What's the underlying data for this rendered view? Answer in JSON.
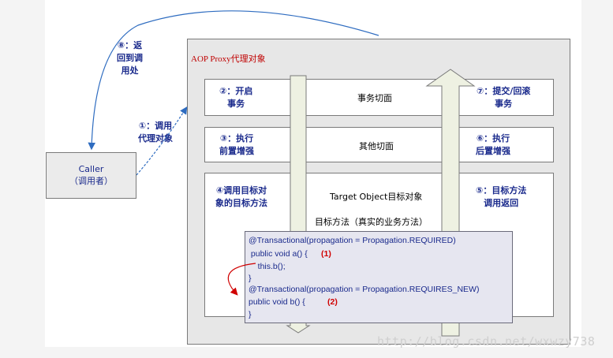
{
  "proxy": {
    "title": "AOP Proxy代理对象"
  },
  "caller": {
    "line1": "Caller",
    "line2": "（调用者）"
  },
  "steps": {
    "s1": "①：调用\n代理对象",
    "s2": "②：开启\n事务",
    "s3": "③：执行\n前置增强",
    "s4": "④调用目标对\n象的目标方法",
    "s5": "⑤：目标方法\n调用返回",
    "s6": "⑥：执行\n后置增强",
    "s7": "⑦：提交/回滚\n事务",
    "s8": "⑧：返\n回到调\n用处"
  },
  "aspects": {
    "transaction": "事务切面",
    "other": "其他切面",
    "target_object": "Target Object目标对象",
    "target_method": "目标方法（真实的业务方法）"
  },
  "code": {
    "line1": "@Transactional(propagation = Propagation.REQUIRED)",
    "line2": " public void a() {",
    "marker1": "(1)",
    "line3": "    this.b();",
    "line4": "}",
    "line5": "@Transactional(propagation = Propagation.REQUIRES_NEW)",
    "line6": "public void b() {",
    "marker2": "(2)",
    "line7": "}"
  },
  "watermark": "http://blog.csdn.net/wxwzy738",
  "colors": {
    "step_text": "#1a2a8c",
    "proxy_title": "#c00000",
    "marker": "#d00000",
    "arrow": "#2e6cc0"
  }
}
